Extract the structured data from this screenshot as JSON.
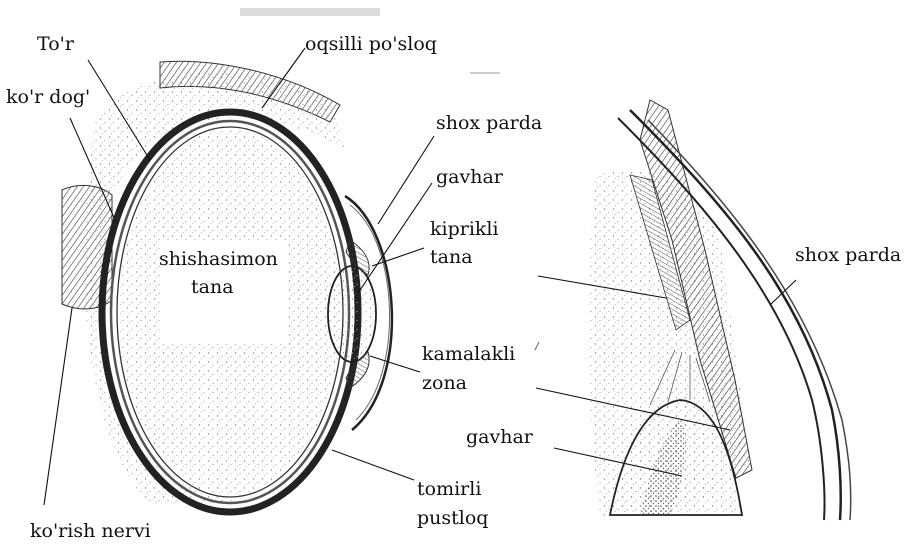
{
  "labels": {
    "tor": "To'r",
    "kor_dog": "ko'r dog'",
    "oqsilli_posloq": "oqsilli po'sloq",
    "shox_parda_left": "shox parda",
    "gavhar_left": "gavhar",
    "kiprikli": "kiprikli",
    "tana_kiprik": "tana",
    "shishasimon": "shishasimon",
    "tana_shisha": "tana",
    "kamalakli": "kamalakli",
    "zona": "zona",
    "tomirli": "tomirli",
    "pustloq": "pustloq",
    "korish_nervi": "ko'rish nervi",
    "shox_parda_right": "shox parda",
    "gavhar_right": "gavhar"
  },
  "colors": {
    "ink": "#111111",
    "hatch": "#3a3a3a",
    "stipple": "#9a9a9a",
    "paper": "#ffffff"
  }
}
